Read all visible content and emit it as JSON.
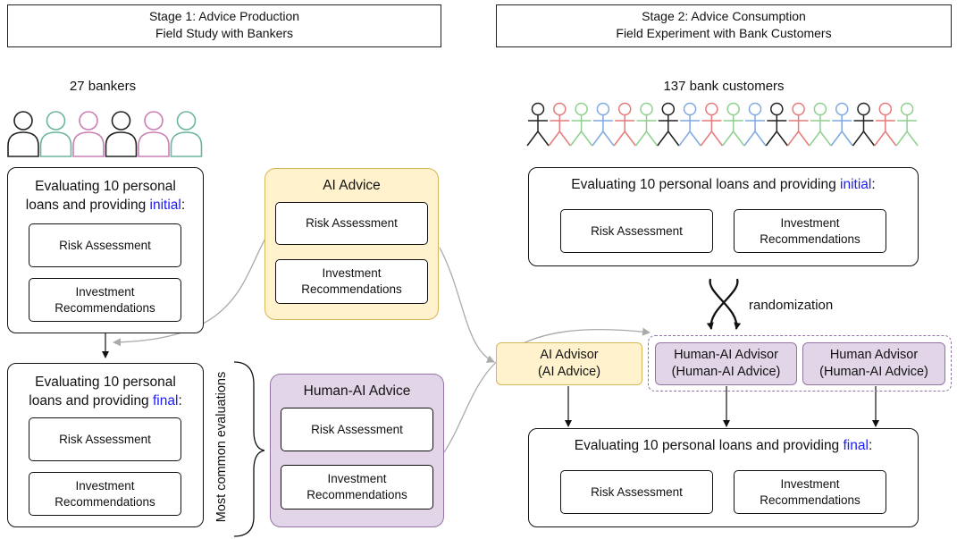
{
  "stage1": {
    "line1": "Stage 1: Advice Production",
    "line2": "Field Study with Bankers"
  },
  "stage2": {
    "line1": "Stage 2: Advice Consumption",
    "line2": "Field Experiment with Bank Customers"
  },
  "bankers": {
    "count_label": "27 bankers",
    "icon_colors": [
      "#222222",
      "#6bb59a",
      "#c97fb5",
      "#222222",
      "#c97fb5",
      "#6bb59a"
    ]
  },
  "customers": {
    "count_label": "137 bank customers",
    "head_colors": [
      "#222222",
      "#e67a7a",
      "#8fcf8f",
      "#7fa9e0",
      "#e67a7a",
      "#8fcf8f",
      "#222222",
      "#7fa9e0",
      "#e67a7a",
      "#8fcf8f",
      "#7fa9e0",
      "#222222",
      "#e67a7a",
      "#8fcf8f",
      "#7fa9e0",
      "#222222",
      "#e67a7a",
      "#8fcf8f"
    ]
  },
  "initial_panel_left": {
    "title_pre": "Evaluating 10 personal",
    "title_mid": "loans and providing ",
    "title_kw": "initial",
    "title_post": ":"
  },
  "final_panel_left": {
    "title_pre": "Evaluating 10 personal",
    "title_mid": "loans and providing ",
    "title_kw": "final",
    "title_post": ":"
  },
  "ai_advice": {
    "title": "AI Advice"
  },
  "human_ai_advice": {
    "title": "Human-AI Advice"
  },
  "initial_panel_right": {
    "title_mid": "Evaluating 10 personal loans and providing ",
    "title_kw": "initial",
    "title_post": ":"
  },
  "final_panel_right": {
    "title_mid": "Evaluating 10 personal loans and providing ",
    "title_kw": "final",
    "title_post": ":"
  },
  "labels": {
    "risk": "Risk Assessment",
    "invest_l1": "Investment",
    "invest_l2": "Recommendations"
  },
  "randomization": "randomization",
  "most_common": "Most common evaluations",
  "advisors": {
    "ai": {
      "l1": "AI Advisor",
      "l2": "(AI Advice)"
    },
    "human_ai": {
      "l1": "Human-AI Advisor",
      "l2": "(Human-AI Advice)"
    },
    "human": {
      "l1": "Human Advisor",
      "l2": "(Human-AI Advice)"
    }
  },
  "colors": {
    "keyword_blue": "#1a1aff",
    "ai_fill": "#fff2cc",
    "ai_border": "#d6b656",
    "hai_fill": "#e1d5e7",
    "hai_border": "#9673a6",
    "connector_gray": "#aaaaaa"
  }
}
